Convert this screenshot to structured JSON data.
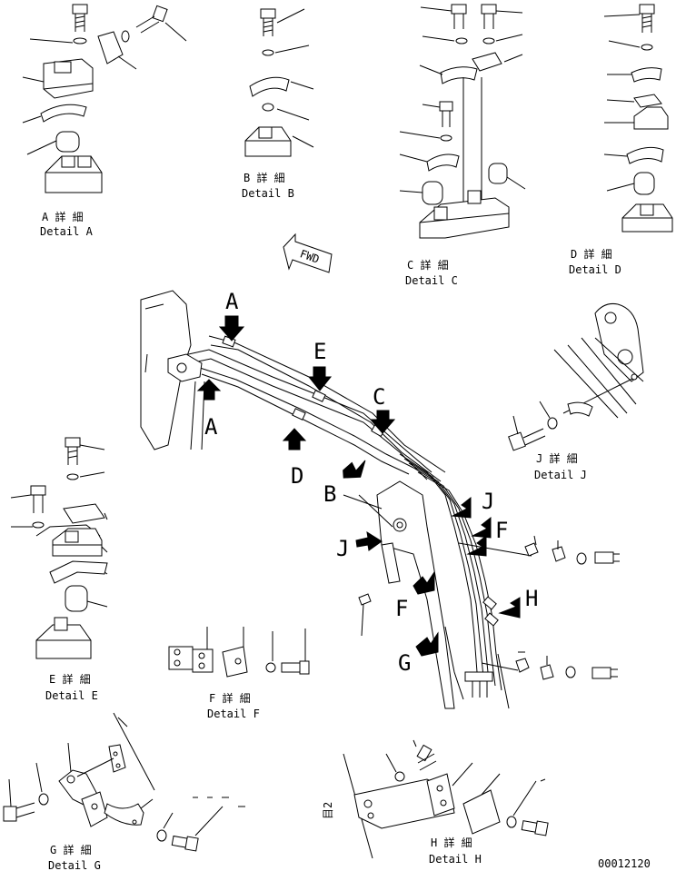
{
  "details": {
    "A": {
      "jp": "A 詳 細",
      "en": "Detail A"
    },
    "B": {
      "jp": "B 詳 細",
      "en": "Detail B"
    },
    "C": {
      "jp": "C 詳 細",
      "en": "Detail C"
    },
    "D": {
      "jp": "D 詳 細",
      "en": "Detail D"
    },
    "E": {
      "jp": "E 詳 細",
      "en": "Detail E"
    },
    "F": {
      "jp": "F 詳 細",
      "en": "Detail F"
    },
    "G": {
      "jp": "G 詳 細",
      "en": "Detail G"
    },
    "H": {
      "jp": "H 詳 細",
      "en": "Detail H"
    },
    "J": {
      "jp": "J 詳 細",
      "en": "Detail J"
    }
  },
  "callouts": {
    "A_top": "A",
    "A_bottom": "A",
    "E": "E",
    "C": "C",
    "D": "D",
    "B": "B",
    "J_right": "J",
    "J_left": "J",
    "F_right": "F",
    "F_left": "F",
    "H": "H",
    "G": "G"
  },
  "fwd_label": "FWD",
  "drawing_number": "00012120",
  "stamp_text": "目2"
}
